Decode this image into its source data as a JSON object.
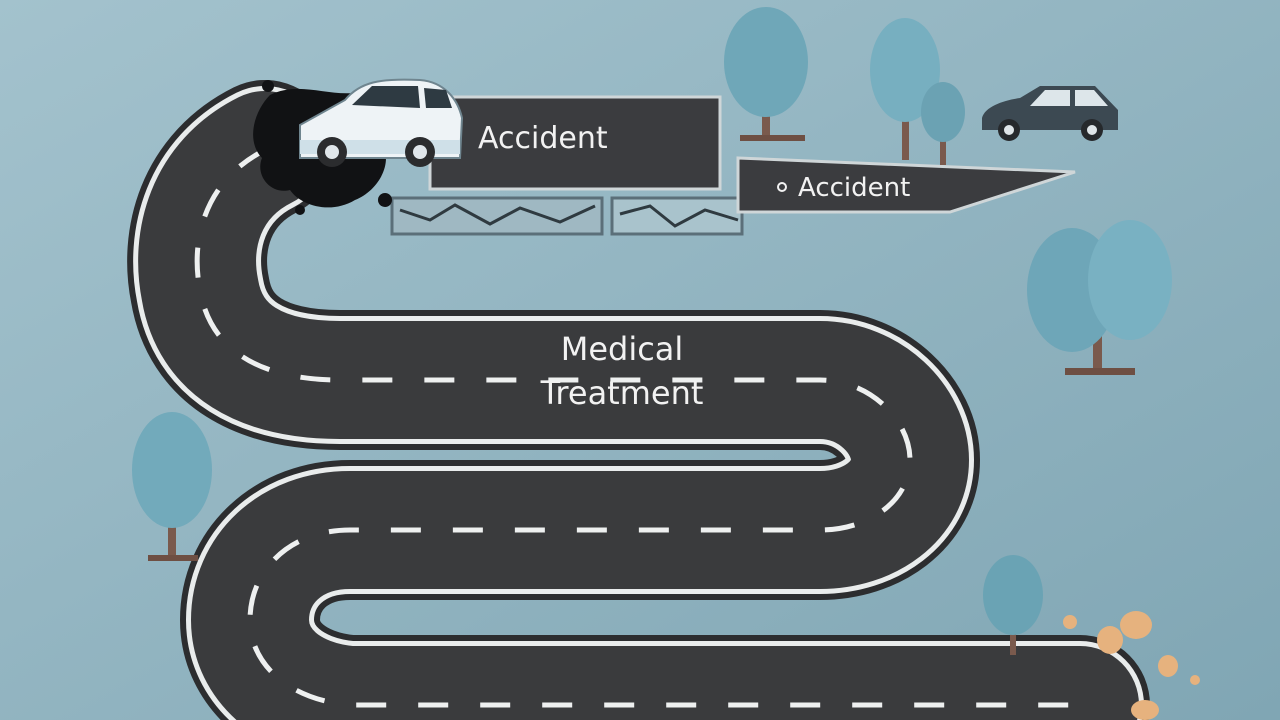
{
  "labels": {
    "sign_main": "Accident",
    "sign_arrow": "Accident",
    "road_line1": "Medical",
    "road_line2": "Treatment"
  },
  "colors": {
    "background": "#8fb3c0",
    "road": "#3a3b3d",
    "road_edge": "#e9ecec",
    "sign": "#3b3c3f",
    "tree_foliage": "#6fa7b8",
    "tree_trunk": "#7a5a4d",
    "car_white": "#eef3f6",
    "car_dark": "#3c4952",
    "pebbles": "#e6b27e"
  },
  "icons": {
    "crashed_car": "car-white-icon",
    "parked_car": "car-dark-icon",
    "tree": "tree-icon",
    "pebble": "pebble-icon",
    "crash_splat": "splat-icon"
  }
}
